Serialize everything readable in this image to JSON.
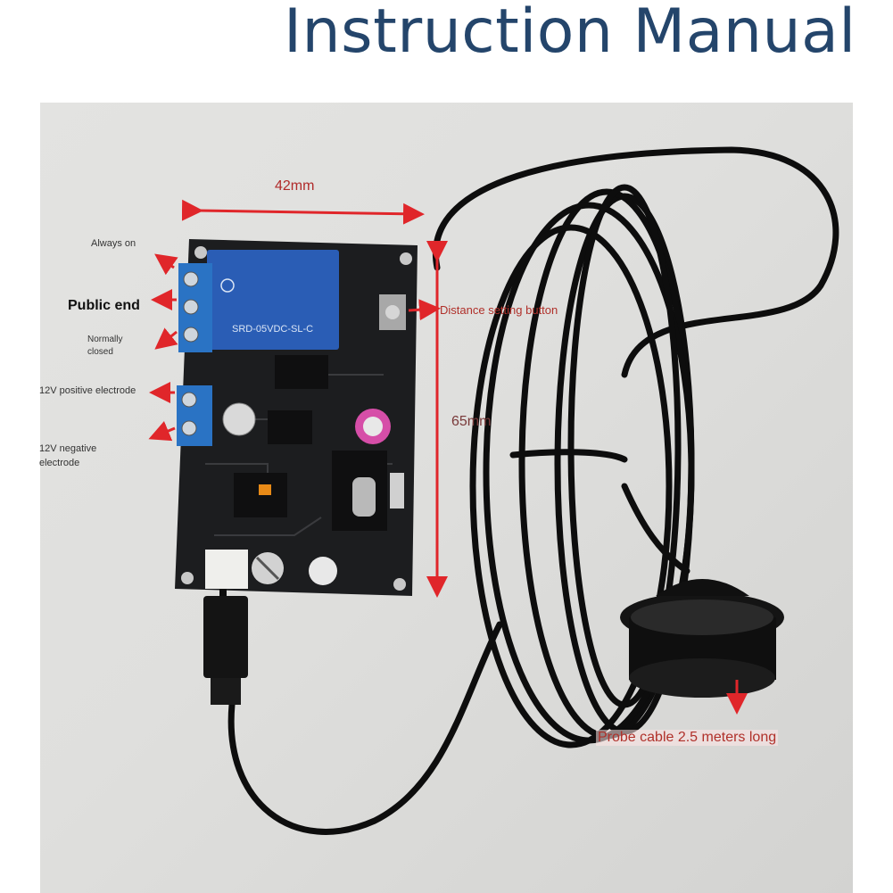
{
  "title": "Instruction Manual",
  "dimensions": {
    "width_label": "42mm",
    "height_label": "65mm"
  },
  "labels": {
    "always_on": "Always on",
    "public_end": "Public end",
    "normally_closed": "Normally closed",
    "positive": "12V positive electrode",
    "negative": "12V negative electrode",
    "distance_button": "Distance setting button",
    "probe_cable": "Probe cable 2.5 meters long"
  },
  "board_text": {
    "relay": "SRD-05VDC-SL-C"
  },
  "colors": {
    "title": "#24456b",
    "arrows": "#e0262a",
    "board": "#1c1d1f",
    "relay": "#2a5db5",
    "terminal": "#2a73c4"
  }
}
